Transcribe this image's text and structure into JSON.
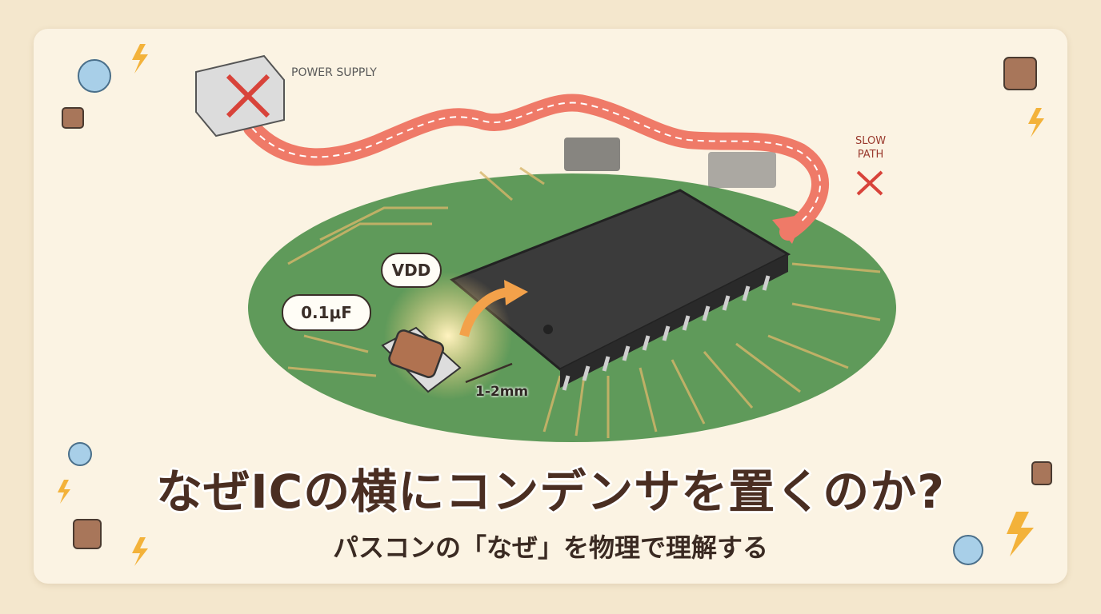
{
  "illustration": {
    "power_supply_label": "POWER SUPPLY",
    "slow_path_label": "SLOW PATH",
    "vdd_label": "VDD",
    "capacitor_value": "0.1μF",
    "distance_label": "1-2mm"
  },
  "title": "なぜICの横にコンデンサを置くのか?",
  "subtitle": "パスコンの「なぜ」を物理で理解する",
  "colors": {
    "pcb": "#5f9a5a",
    "path": "#ef7a68",
    "chip": "#3b3b3b",
    "title": "#4a2e22"
  }
}
